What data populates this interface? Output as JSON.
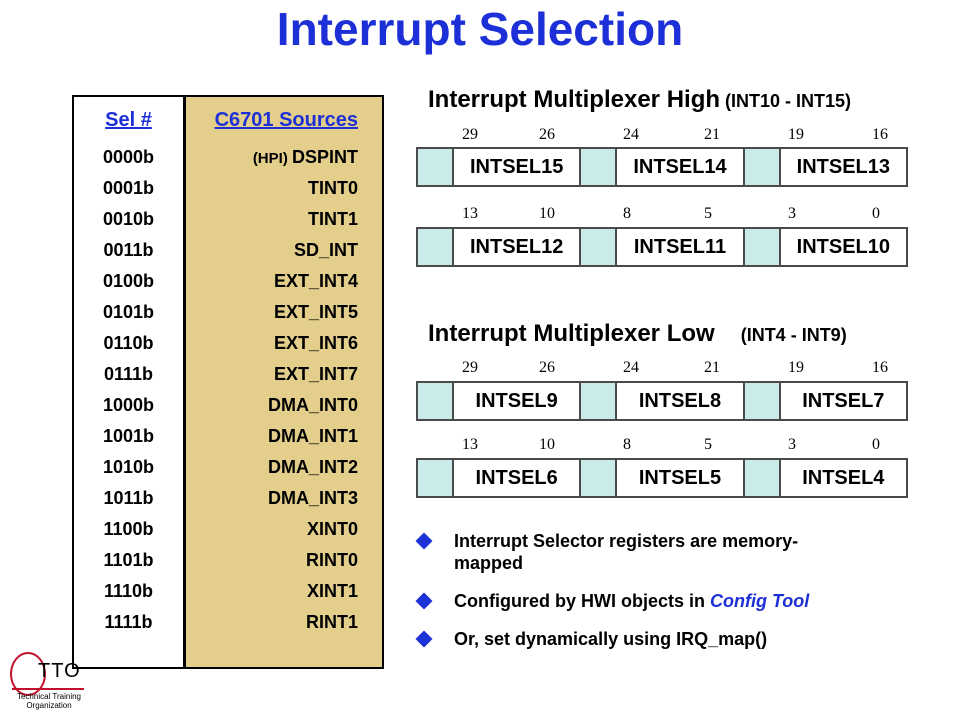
{
  "title": "Interrupt Selection",
  "table": {
    "sel_header": "Sel #",
    "src_header": "C6701 Sources",
    "rows": [
      {
        "sel": "0000b",
        "src_prefix": "(HPI) ",
        "src": "DSPINT"
      },
      {
        "sel": "0001b",
        "src": "TINT0"
      },
      {
        "sel": "0010b",
        "src": "TINT1"
      },
      {
        "sel": "0011b",
        "src": "SD_INT"
      },
      {
        "sel": "0100b",
        "src": "EXT_INT4"
      },
      {
        "sel": "0101b",
        "src": "EXT_INT5"
      },
      {
        "sel": "0110b",
        "src": "EXT_INT6"
      },
      {
        "sel": "0111b",
        "src": "EXT_INT7"
      },
      {
        "sel": "1000b",
        "src": "DMA_INT0"
      },
      {
        "sel": "1001b",
        "src": "DMA_INT1"
      },
      {
        "sel": "1010b",
        "src": "DMA_INT2"
      },
      {
        "sel": "1011b",
        "src": "DMA_INT3"
      },
      {
        "sel": "1100b",
        "src": "XINT0"
      },
      {
        "sel": "1101b",
        "src": "RINT0"
      },
      {
        "sel": "1110b",
        "src": "XINT1"
      },
      {
        "sel": "1111b",
        "src": "RINT1"
      }
    ]
  },
  "high": {
    "title": "Interrupt Multiplexer High",
    "subtitle_open": " (",
    "subtitle": "INT10 - INT15",
    "subtitle_close": ")",
    "upper_bits": [
      "29",
      "26",
      "24",
      "21",
      "19",
      "16"
    ],
    "upper_fields": [
      "INTSEL15",
      "INTSEL14",
      "INTSEL13"
    ],
    "lower_bits": [
      "13",
      "10",
      "8",
      "5",
      "3",
      "0"
    ],
    "lower_fields": [
      "INTSEL12",
      "INTSEL11",
      "INTSEL10"
    ]
  },
  "low": {
    "title": "Interrupt Multiplexer Low",
    "subtitle_open": "(",
    "subtitle": "INT4 - INT9",
    "subtitle_close": ")",
    "upper_bits": [
      "29",
      "26",
      "24",
      "21",
      "19",
      "16"
    ],
    "upper_fields": [
      "INTSEL9",
      "INTSEL8",
      "INTSEL7"
    ],
    "lower_bits": [
      "13",
      "10",
      "8",
      "5",
      "3",
      "0"
    ],
    "lower_fields": [
      "INTSEL6",
      "INTSEL5",
      "INTSEL4"
    ]
  },
  "bullets": {
    "b1_line1": "Interrupt Selector registers are memory-",
    "b1_line2": "mapped",
    "b2_text": "Configured by HWI objects in ",
    "b2_em": "Config Tool",
    "b3_text": "Or, set dynamically using IRQ_map()"
  },
  "logo": {
    "text": "TTO",
    "line1": "Technical Training",
    "line2": "Organization"
  }
}
